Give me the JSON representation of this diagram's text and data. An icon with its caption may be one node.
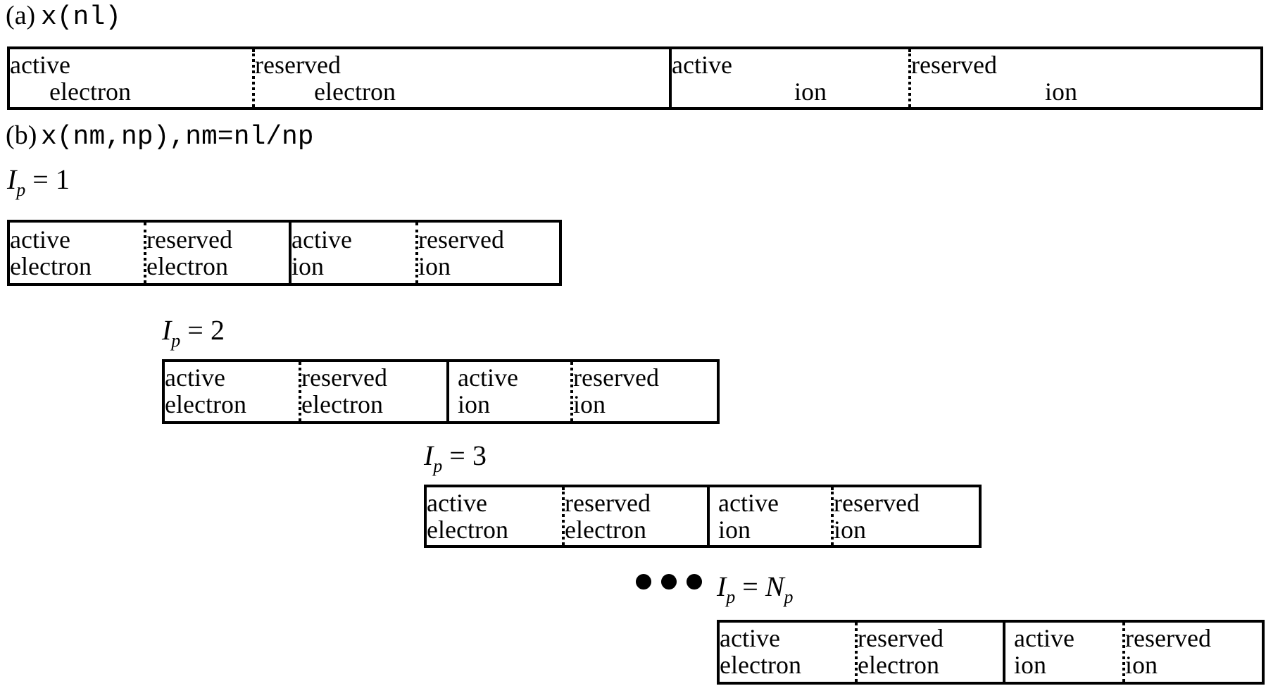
{
  "diagram": {
    "nodes": [
      {
        "text": [],
        "shape": "box"
      },
      {
        "text": [
          "active",
          "electron"
        ],
        "in": 0
      },
      {
        "text": [
          "reserved",
          "electron"
        ],
        "in": 0
      },
      {
        "text": [
          "active",
          "ion"
        ],
        "in": 0
      },
      {
        "text": [
          "reserved",
          "ion"
        ],
        "in": 0
      },
      {
        "text": [
          "*I*$_{p}$ = 1"
        ]
      },
      {
        "text": [
          "active",
          "electron"
        ],
        "in": 5
      },
      {
        "text": [
          "reserved",
          "electron"
        ],
        "in": 5
      },
      {
        "text": [
          "active",
          "ion"
        ],
        "in": 5
      },
      {
        "text": [
          "reserved",
          "ion"
        ],
        "in": 5
      },
      {
        "text": [
          "*I*$_{p}$ = 2"
        ]
      },
      {
        "text": [
          "active",
          "electron"
        ],
        "in": 10
      },
      {
        "text": [
          "reserved",
          "electron"
        ],
        "in": 10
      },
      {
        "text": [
          "active",
          "ion"
        ],
        "in": 10
      },
      {
        "text": [
          "reserved",
          "ion"
        ],
        "in": 10
      },
      {
        "text": [
          "*I*$_{p}$ = 3"
        ]
      },
      {
        "text": [
          "active",
          "electron"
        ],
        "in": 15
      },
      {
        "text": [
          "reserved",
          "electron"
        ],
        "in": 15
      },
      {
        "text": [
          "active",
          "ion"
        ],
        "in": 15
      },
      {
        "text": [
          "reserved",
          "ion"
        ],
        "in": 15
      },
      {
        "text": [
          "*I*$_{p}$ = *N*$_{p}$"
        ]
      },
      {
        "text": [
          "active",
          "electron"
        ],
        "in": 20
      },
      {
        "text": [
          "reserved",
          "electron"
        ],
        "in": 20
      },
      {
        "text": [
          "active",
          "ion"
        ],
        "in": 20
      },
      {
        "text": [
          "reserved",
          "ion"
        ],
        "in": 20
      }
    ],
    "labels": [
      "(a)",
      "x(nl)",
      "(b)",
      "x(nm,np),nm=nl/np"
    ]
  }
}
